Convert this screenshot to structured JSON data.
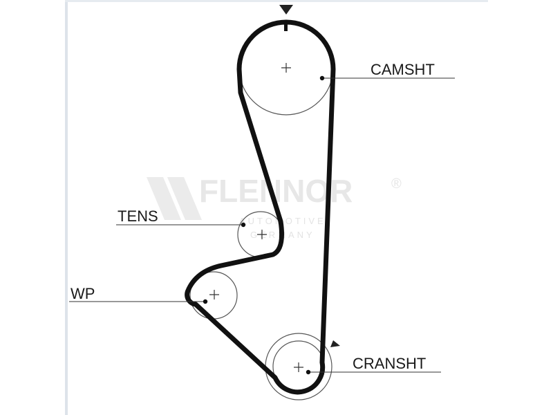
{
  "labels": {
    "camshaft": "CAMSHT",
    "tensioner": "TENS",
    "water_pump": "WP",
    "crankshaft": "CRANSHT"
  },
  "watermark": {
    "brand": "FLENNOR",
    "registered": "®",
    "line1": "AUTOMOTIVE",
    "line2": "GERMANY"
  },
  "colors": {
    "belt": "#111111",
    "pulley_outline": "#555555",
    "leader_line": "#333333",
    "label_text": "#1a1a1a",
    "watermark": "#e6e6e6",
    "page_border": "#dde3ea"
  }
}
